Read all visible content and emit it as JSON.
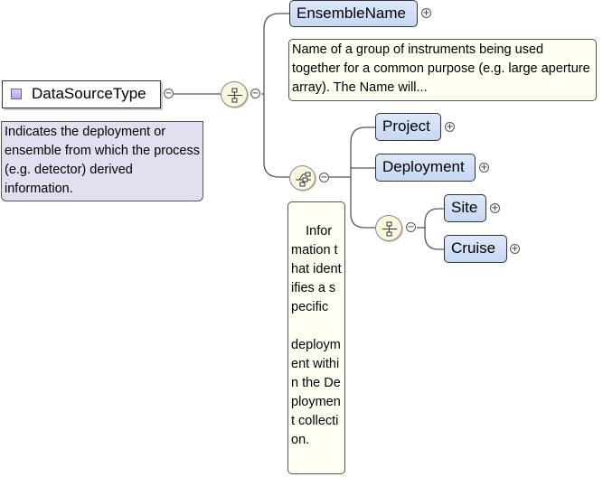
{
  "root": {
    "name": "DataSourceType",
    "doc": "Indicates the deployment or ensemble from which the process (e.g. detector) derived information."
  },
  "ensemble": {
    "name": "EnsembleName",
    "doc": "Name of a group of instruments being used together for a common purpose (e.g. large aperture array). The Name will..."
  },
  "choice": {
    "doc": "Information that identifies a specific\n\ndeployment within the Deployment collection."
  },
  "deployment_children": [
    "Project",
    "Deployment"
  ],
  "nested_choice_children": [
    "Site",
    "Cruise"
  ],
  "toggles": {
    "collapse": "−",
    "expand": "+"
  },
  "colors": {
    "node_fill": "#c7d8f4",
    "root_doc_fill": "#e3def0",
    "doc_fill": "#fefef2",
    "compositor_fill": "#fbf7df"
  }
}
